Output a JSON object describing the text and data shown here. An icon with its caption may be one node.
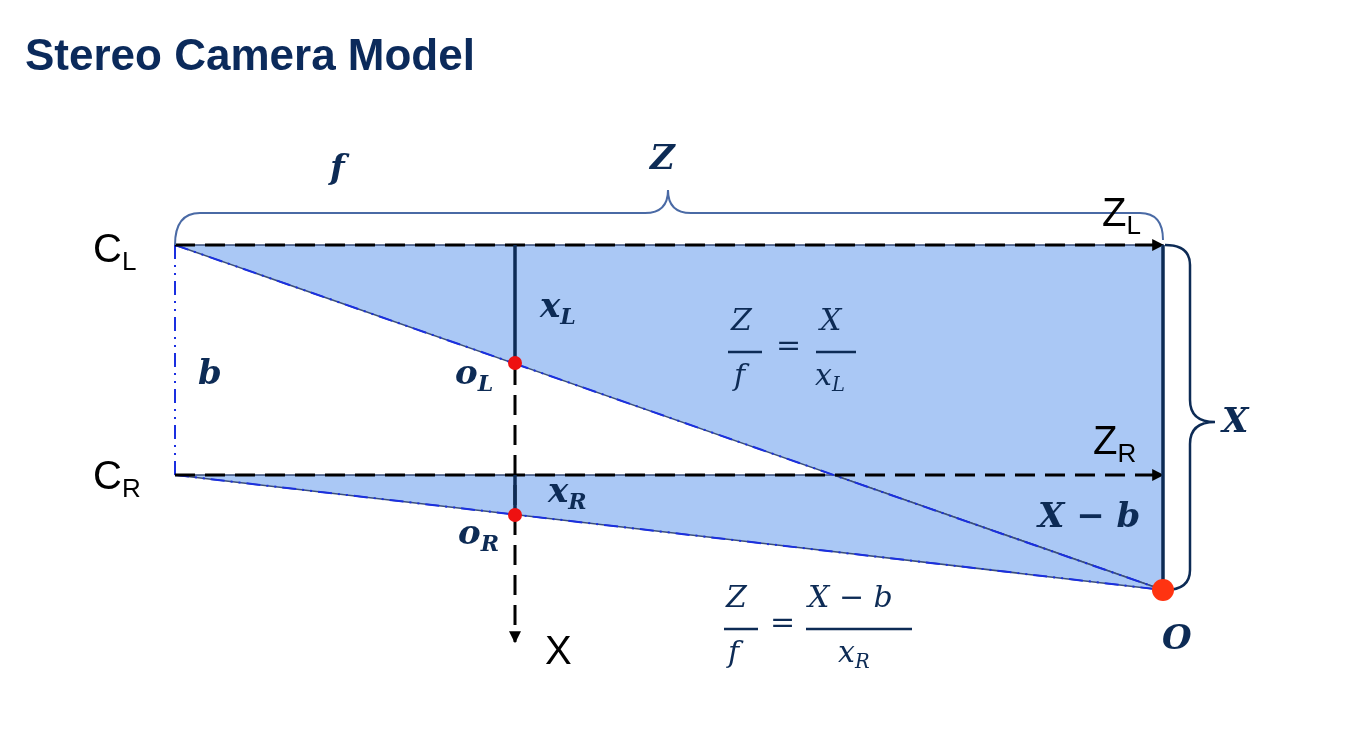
{
  "diagram": {
    "title": "Stereo Camera Model",
    "labels": [
      "f",
      "Z",
      "Z$_{L}$",
      "C$_{L}$",
      "x$_{L}$",
      "Z",
      "f",
      "=",
      "X",
      "x$_{L}$",
      "b",
      "o$_{L}$",
      "X",
      "Z$_{R}$",
      "C$_{R}$",
      "x$_{R}$",
      "X − b",
      "o$_{R}$",
      "Z",
      "f",
      "=",
      "X − b",
      "x$_{R}$",
      "X",
      "O"
    ]
  }
}
